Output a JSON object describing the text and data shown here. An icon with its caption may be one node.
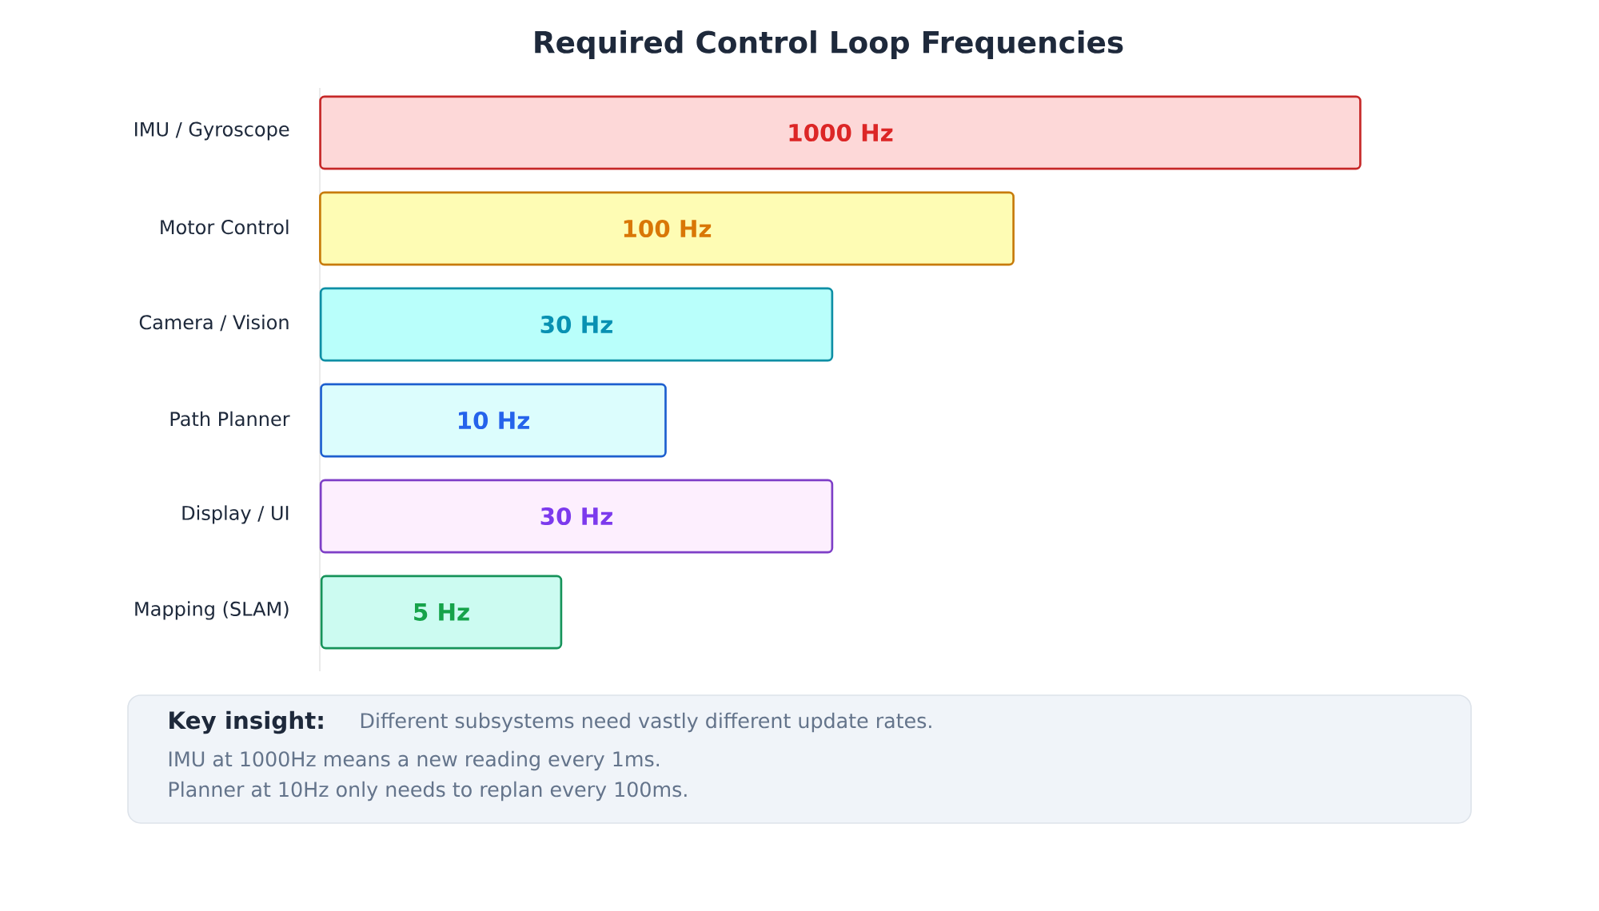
{
  "diagram": {
    "title": "Required Control Loop Frequencies",
    "nodes": [
      {
        "text": [
          "1000 Hz"
        ],
        "beside": [
          "IMU / Gyroscope"
        ]
      },
      {
        "text": [
          "100 Hz"
        ],
        "beside": [
          "Motor Control"
        ]
      },
      {
        "text": [
          "30 Hz"
        ],
        "beside": [
          "Camera / Vision"
        ]
      },
      {
        "text": [
          "10 Hz"
        ],
        "beside": [
          "Path Planner"
        ]
      },
      {
        "text": [
          "30 Hz"
        ],
        "beside": [
          "Display / UI"
        ]
      },
      {
        "text": [
          "5 Hz"
        ],
        "beside": [
          "Mapping (SLAM)"
        ]
      },
      {
        "text": [
          "Key insight:",
          "Different subsystems need vastly different update rates.",
          "IMU at 1000Hz means a new reading every 1ms.",
          "Planner at 10Hz only needs to replan every 100ms."
        ]
      }
    ]
  }
}
